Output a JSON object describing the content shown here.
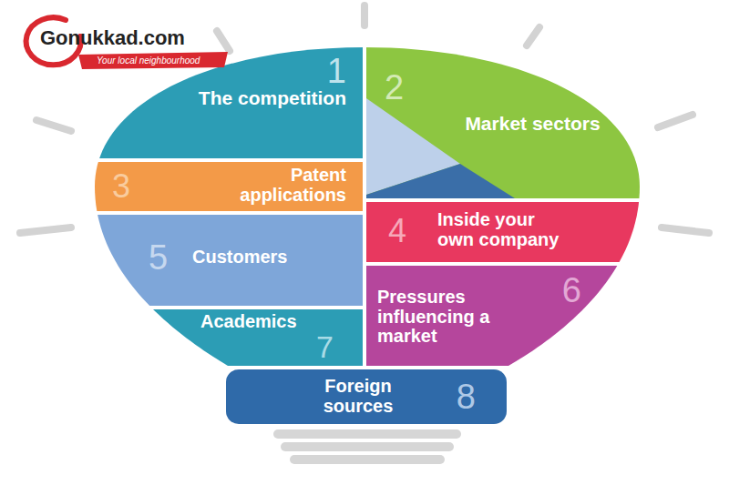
{
  "diagram": {
    "nodes": [
      {
        "text": [
          "1",
          "The competition"
        ]
      },
      {
        "text": [
          "2",
          "Market sectors"
        ]
      },
      {
        "text": [
          "3",
          "Patent applications"
        ]
      },
      {
        "text": [
          "4",
          "Inside your own company"
        ]
      },
      {
        "text": [
          "5",
          "Customers"
        ]
      },
      {
        "text": [
          "6",
          "Pressures influencing a market"
        ]
      },
      {
        "text": [
          "7",
          "Academics"
        ]
      },
      {
        "text": [
          "8",
          "Foreign sources"
        ]
      }
    ],
    "labels": [
      "Gonukkad.com",
      "Your local neighbourhood"
    ]
  }
}
